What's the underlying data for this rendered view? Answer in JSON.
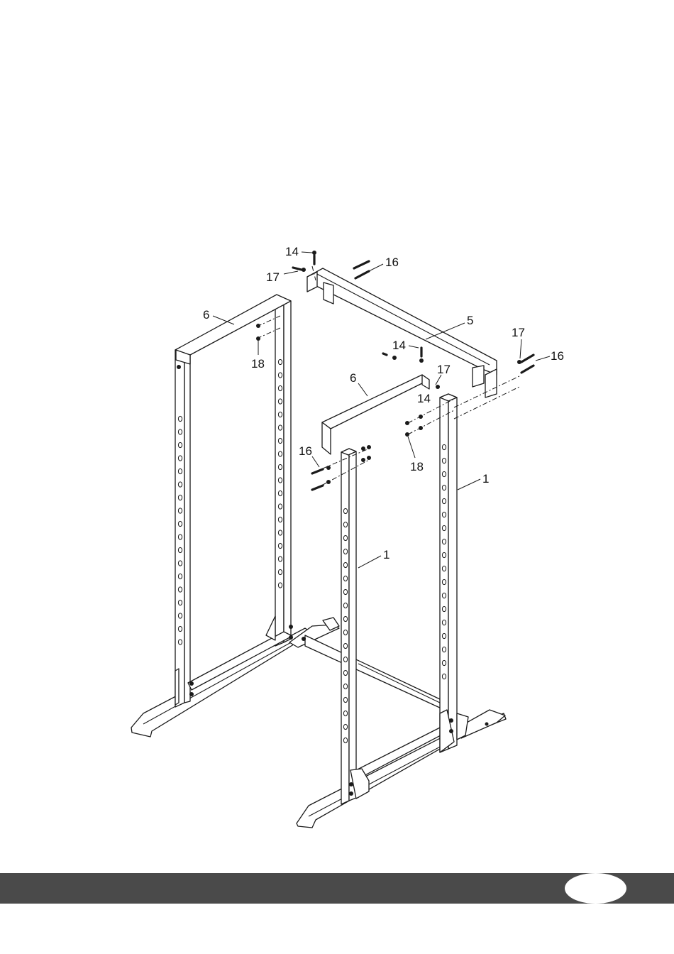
{
  "diagram": {
    "callouts": {
      "c14_top": "14",
      "c17_top": "17",
      "c16_top": "16",
      "c6_left": "6",
      "c18_left": "18",
      "c5": "5",
      "c17_right": "17",
      "c16_right": "16",
      "c14_mid": "14",
      "c6_mid": "6",
      "c17_mid": "17",
      "c14_mid2": "14",
      "c16_left": "16",
      "c18_right": "18",
      "c1_right": "1",
      "c1_center": "1"
    }
  },
  "footer": {
    "page_number": ""
  },
  "colors": {
    "footer_bar": "#4a4a4a",
    "line_art": "#1a1a1a",
    "background": "#ffffff"
  }
}
